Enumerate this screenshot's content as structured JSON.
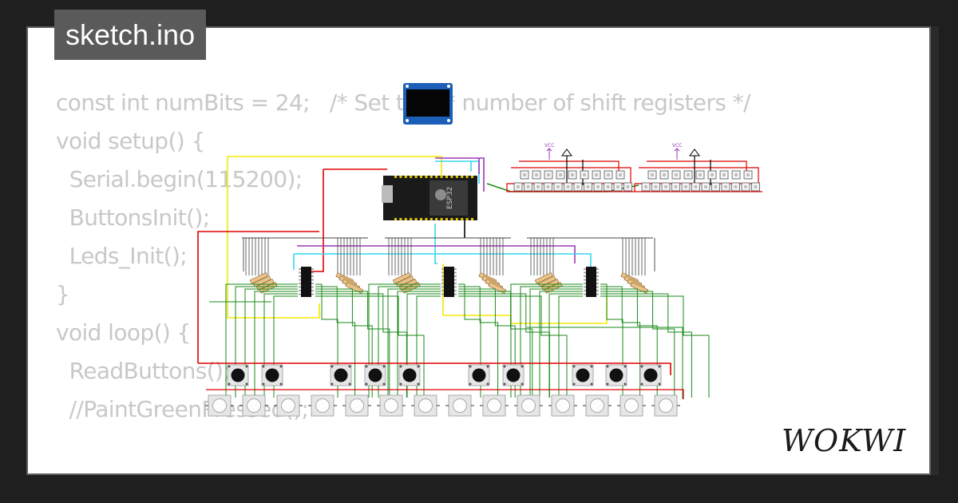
{
  "title": "sketch.ino",
  "code_lines": [
    "const int numBits = 24;   /* Set to 8 * number of shift registers */",
    "",
    "void setup() {",
    "  Serial.begin(115200);",
    "  ButtonsInit();",
    "  Leds_Init();",
    "}",
    "",
    "void loop() {",
    "  ReadButtons();",
    "  //PaintGreenPressed();"
  ],
  "logo_text": "WOKWI",
  "chip_label": "ESP32",
  "vcc_label": "VCC",
  "colors": {
    "background": "#1f1f1f",
    "tab": "#5a5a5a",
    "code_text": "#c8c8c8",
    "wire_red": "#e00000",
    "wire_green": "#1a8a1a",
    "wire_yellow": "#f2ea00",
    "wire_cyan": "#36d8f0",
    "wire_purple": "#9a3ab5",
    "wire_black": "#000000"
  },
  "icons": [
    "oled-display-icon",
    "esp32-board-icon",
    "shift-register-chip-icon",
    "resistor-icon",
    "push-button-icon",
    "led-icon",
    "vcc-icon",
    "ground-icon"
  ]
}
